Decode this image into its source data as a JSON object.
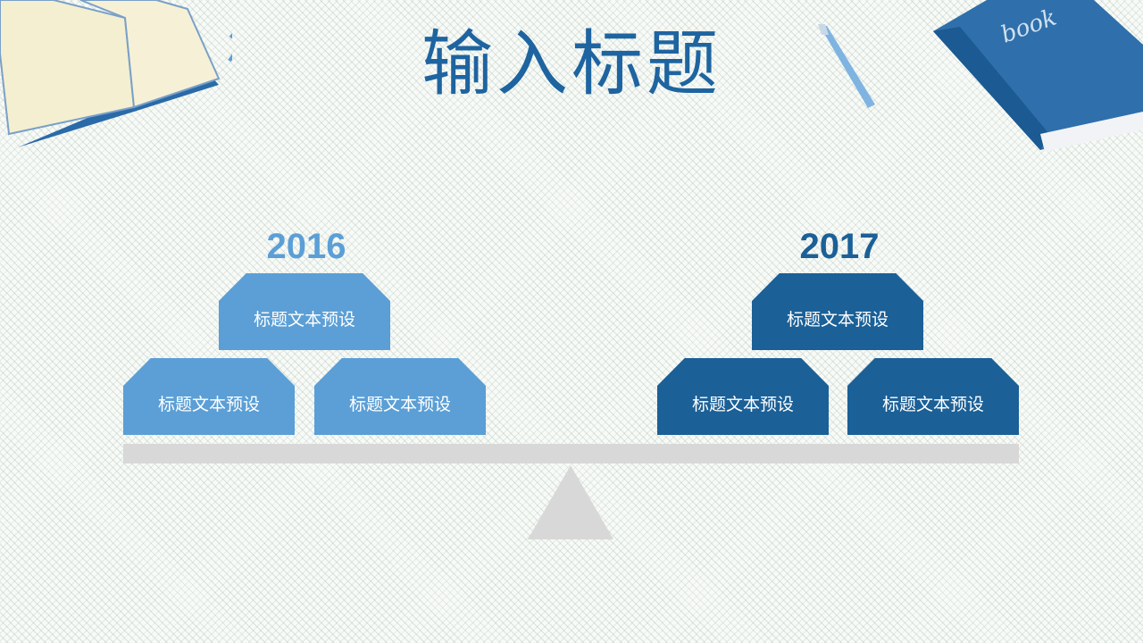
{
  "slide": {
    "title": "输入标题",
    "accent_light": "#5b9fd6",
    "accent_dark": "#1b6097",
    "balance_color": "#d8d8d8"
  },
  "decorations": {
    "open_book": "open-book-illustration",
    "pen": "fountain-pen-illustration",
    "closed_book": "closed-book-illustration",
    "closed_book_label": "book"
  },
  "left_group": {
    "year": "2016",
    "blocks": [
      "标题文本预设",
      "标题文本预设",
      "标题文本预设"
    ]
  },
  "right_group": {
    "year": "2017",
    "blocks": [
      "标题文本预设",
      "标题文本预设",
      "标题文本预设"
    ]
  }
}
